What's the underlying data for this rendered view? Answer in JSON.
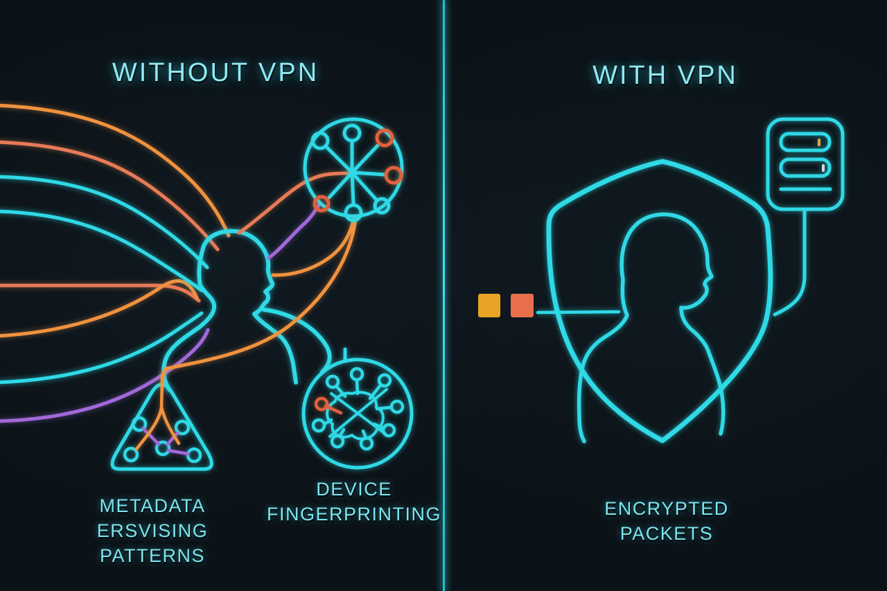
{
  "colors": {
    "background": "#0c1318",
    "cyan": "#2fd9e6",
    "title_text": "#8fe9f3",
    "label_text": "#7de4ef",
    "orange": "#f0923e",
    "coral": "#e87a58",
    "purple": "#a169d9",
    "amber_square": "#e9a325",
    "orange_square": "#e7704a"
  },
  "left_panel": {
    "title": "WITHOUT VPN",
    "metadata_label_lines": [
      "METADATA",
      "ERSVISING",
      "PATTERNS"
    ],
    "device_label_lines": [
      "DEVICE",
      "FINGERPRINTING"
    ],
    "icons": [
      "tracking-data-lines",
      "unprotected-user-silhouette",
      "network-nodes-icon",
      "metadata-triangle-icon",
      "device-fingerprint-icon"
    ]
  },
  "right_panel": {
    "title": "WITH VPN",
    "encrypted_label_lines": [
      "ENCRYPTED",
      "PACKETS"
    ],
    "icons": [
      "data-packet-squares",
      "encrypted-tunnel-line",
      "vpn-shield-icon",
      "protected-user-silhouette",
      "vpn-server-icon"
    ]
  }
}
